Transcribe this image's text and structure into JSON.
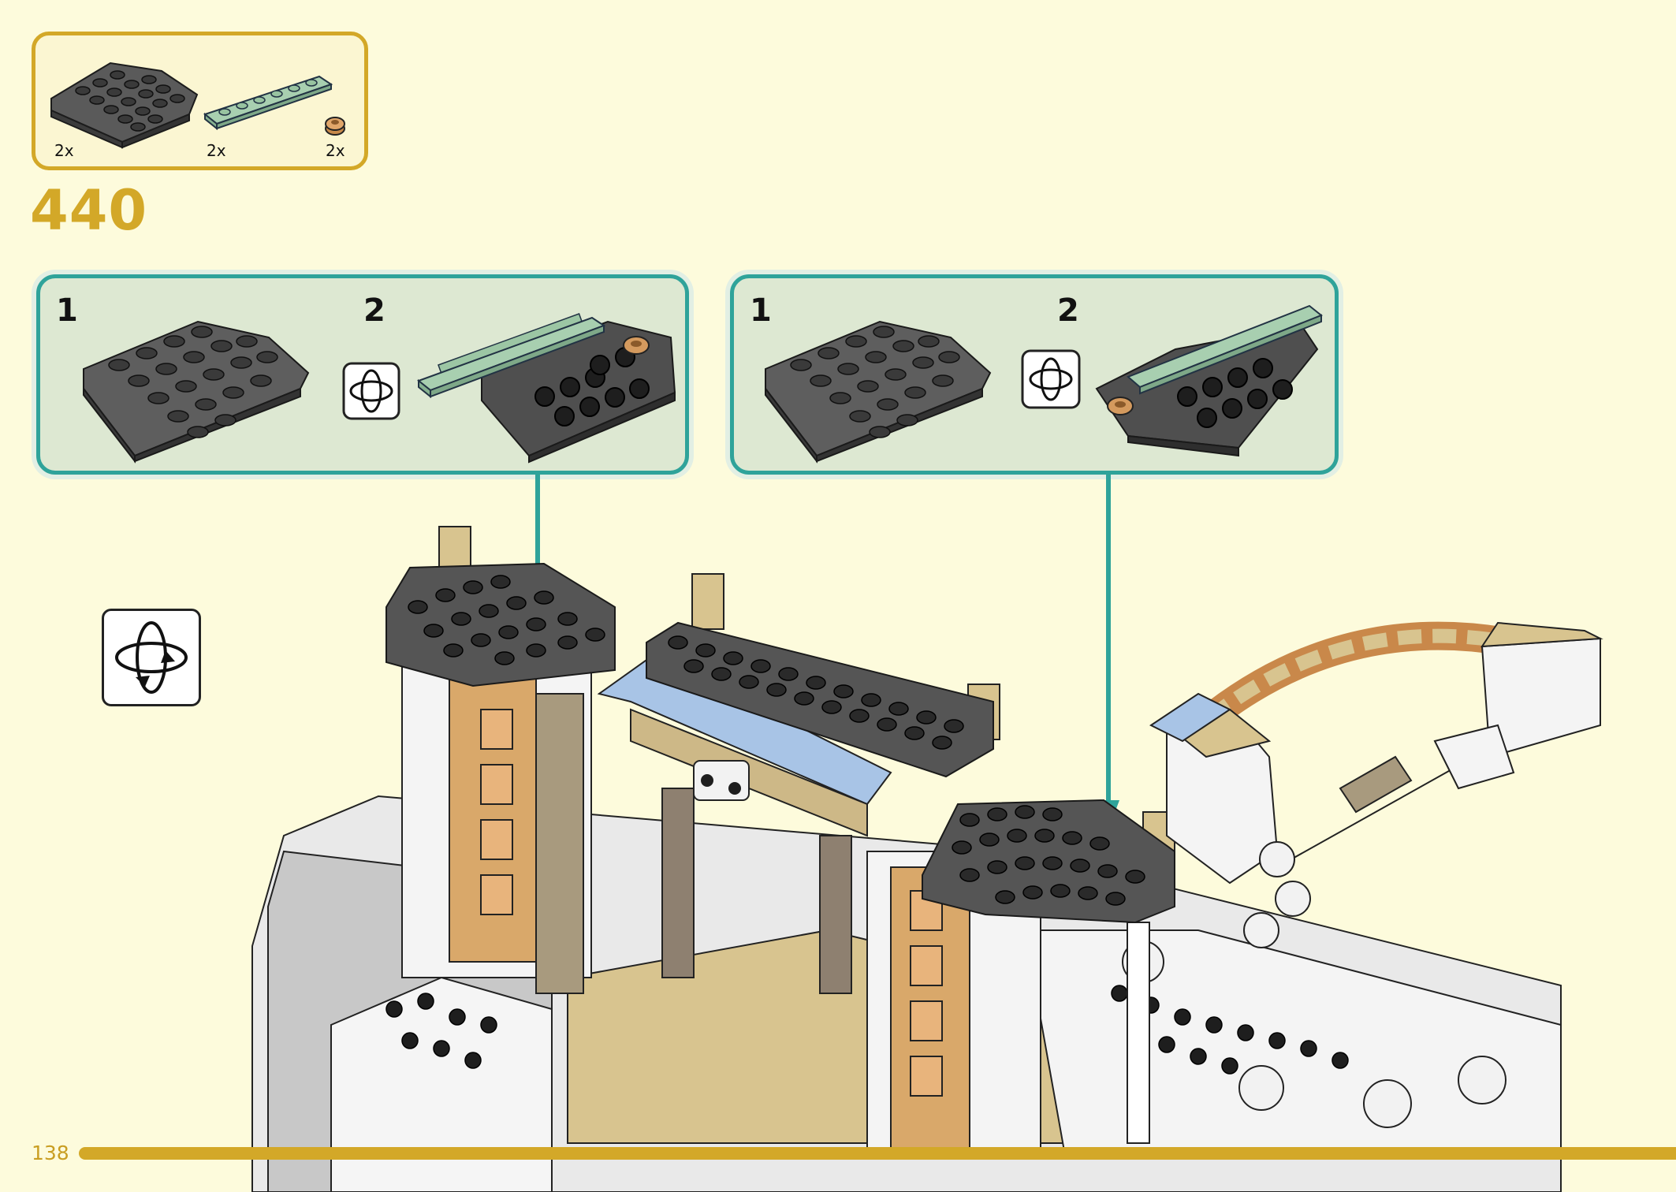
{
  "parts_callout": {
    "items": [
      {
        "name": "dark-gray-wedge-plate",
        "qty": "2x"
      },
      {
        "name": "sand-green-plate-1x6",
        "qty": "2x"
      },
      {
        "name": "pearl-gold-round-plate",
        "qty": "2x"
      }
    ]
  },
  "step": {
    "number": "440"
  },
  "substeps": [
    {
      "panel": "left",
      "steps": [
        "1",
        "2"
      ]
    },
    {
      "panel": "right",
      "steps": [
        "1",
        "2"
      ]
    }
  ],
  "icons": {
    "rotate": "rotate-model-icon"
  },
  "page": {
    "number": "138"
  },
  "colors": {
    "accent_gold": "#d3a828",
    "panel_border": "#2fa39a",
    "panel_fill": "#dde8d2",
    "page_bg": "#fdfbdc",
    "dark_gray": "#4a4a4a",
    "sand_green": "#a8cfb0"
  }
}
